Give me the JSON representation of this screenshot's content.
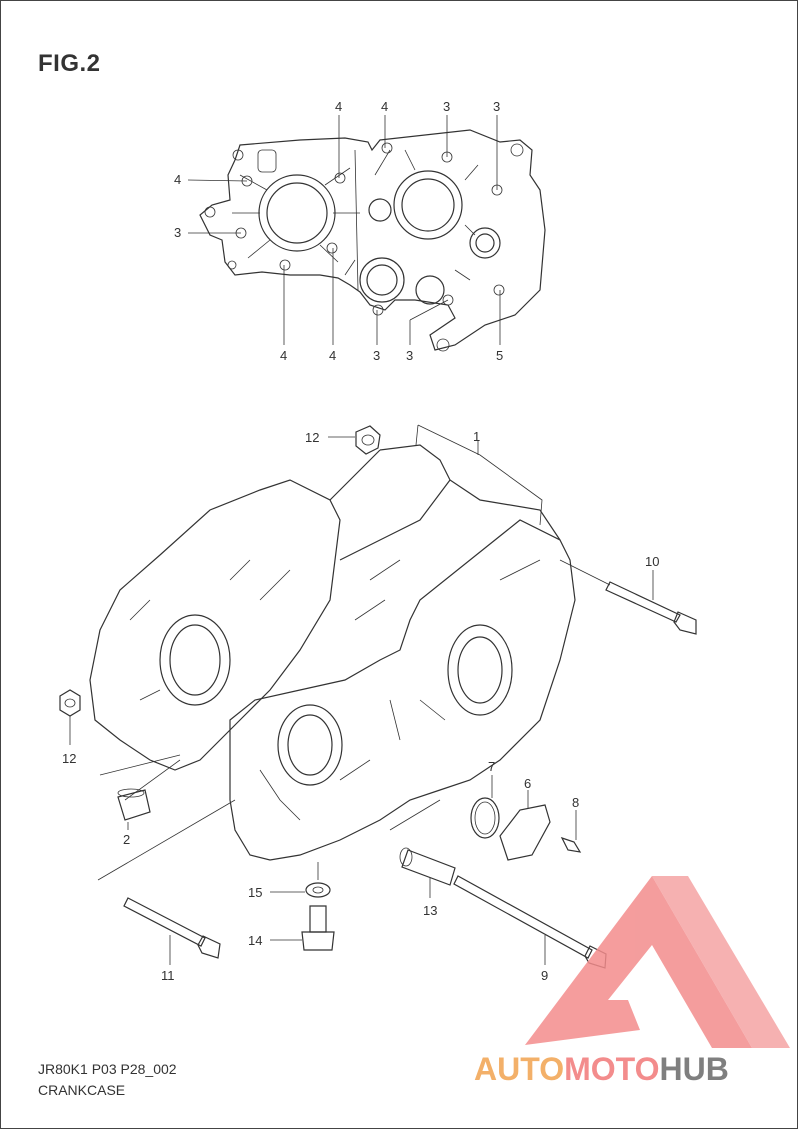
{
  "figure": {
    "title": "FIG.2",
    "code": "JR80K1 P03 P28_002",
    "caption": "CRANKCASE"
  },
  "top_view_labels": {
    "a": "4",
    "b": "4",
    "c": "3",
    "d": "3",
    "e": "4",
    "f": "3",
    "g": "4",
    "h": "4",
    "i": "3",
    "j": "3",
    "k": "5"
  },
  "exploded_labels": {
    "p1": "1",
    "p2": "2",
    "p6": "6",
    "p7": "7",
    "p8": "8",
    "p9": "9",
    "p10": "10",
    "p11": "11",
    "p12a": "12",
    "p12b": "12",
    "p13": "13",
    "p14": "14",
    "p15": "15"
  },
  "watermark": {
    "text_a": "AUTO",
    "text_b": "MOTO",
    "text_c": "HUB",
    "color_a": "#f3b069",
    "color_b": "#f38c8c",
    "color_c": "#7f7f7f",
    "logo_color": "#f38c8c"
  }
}
